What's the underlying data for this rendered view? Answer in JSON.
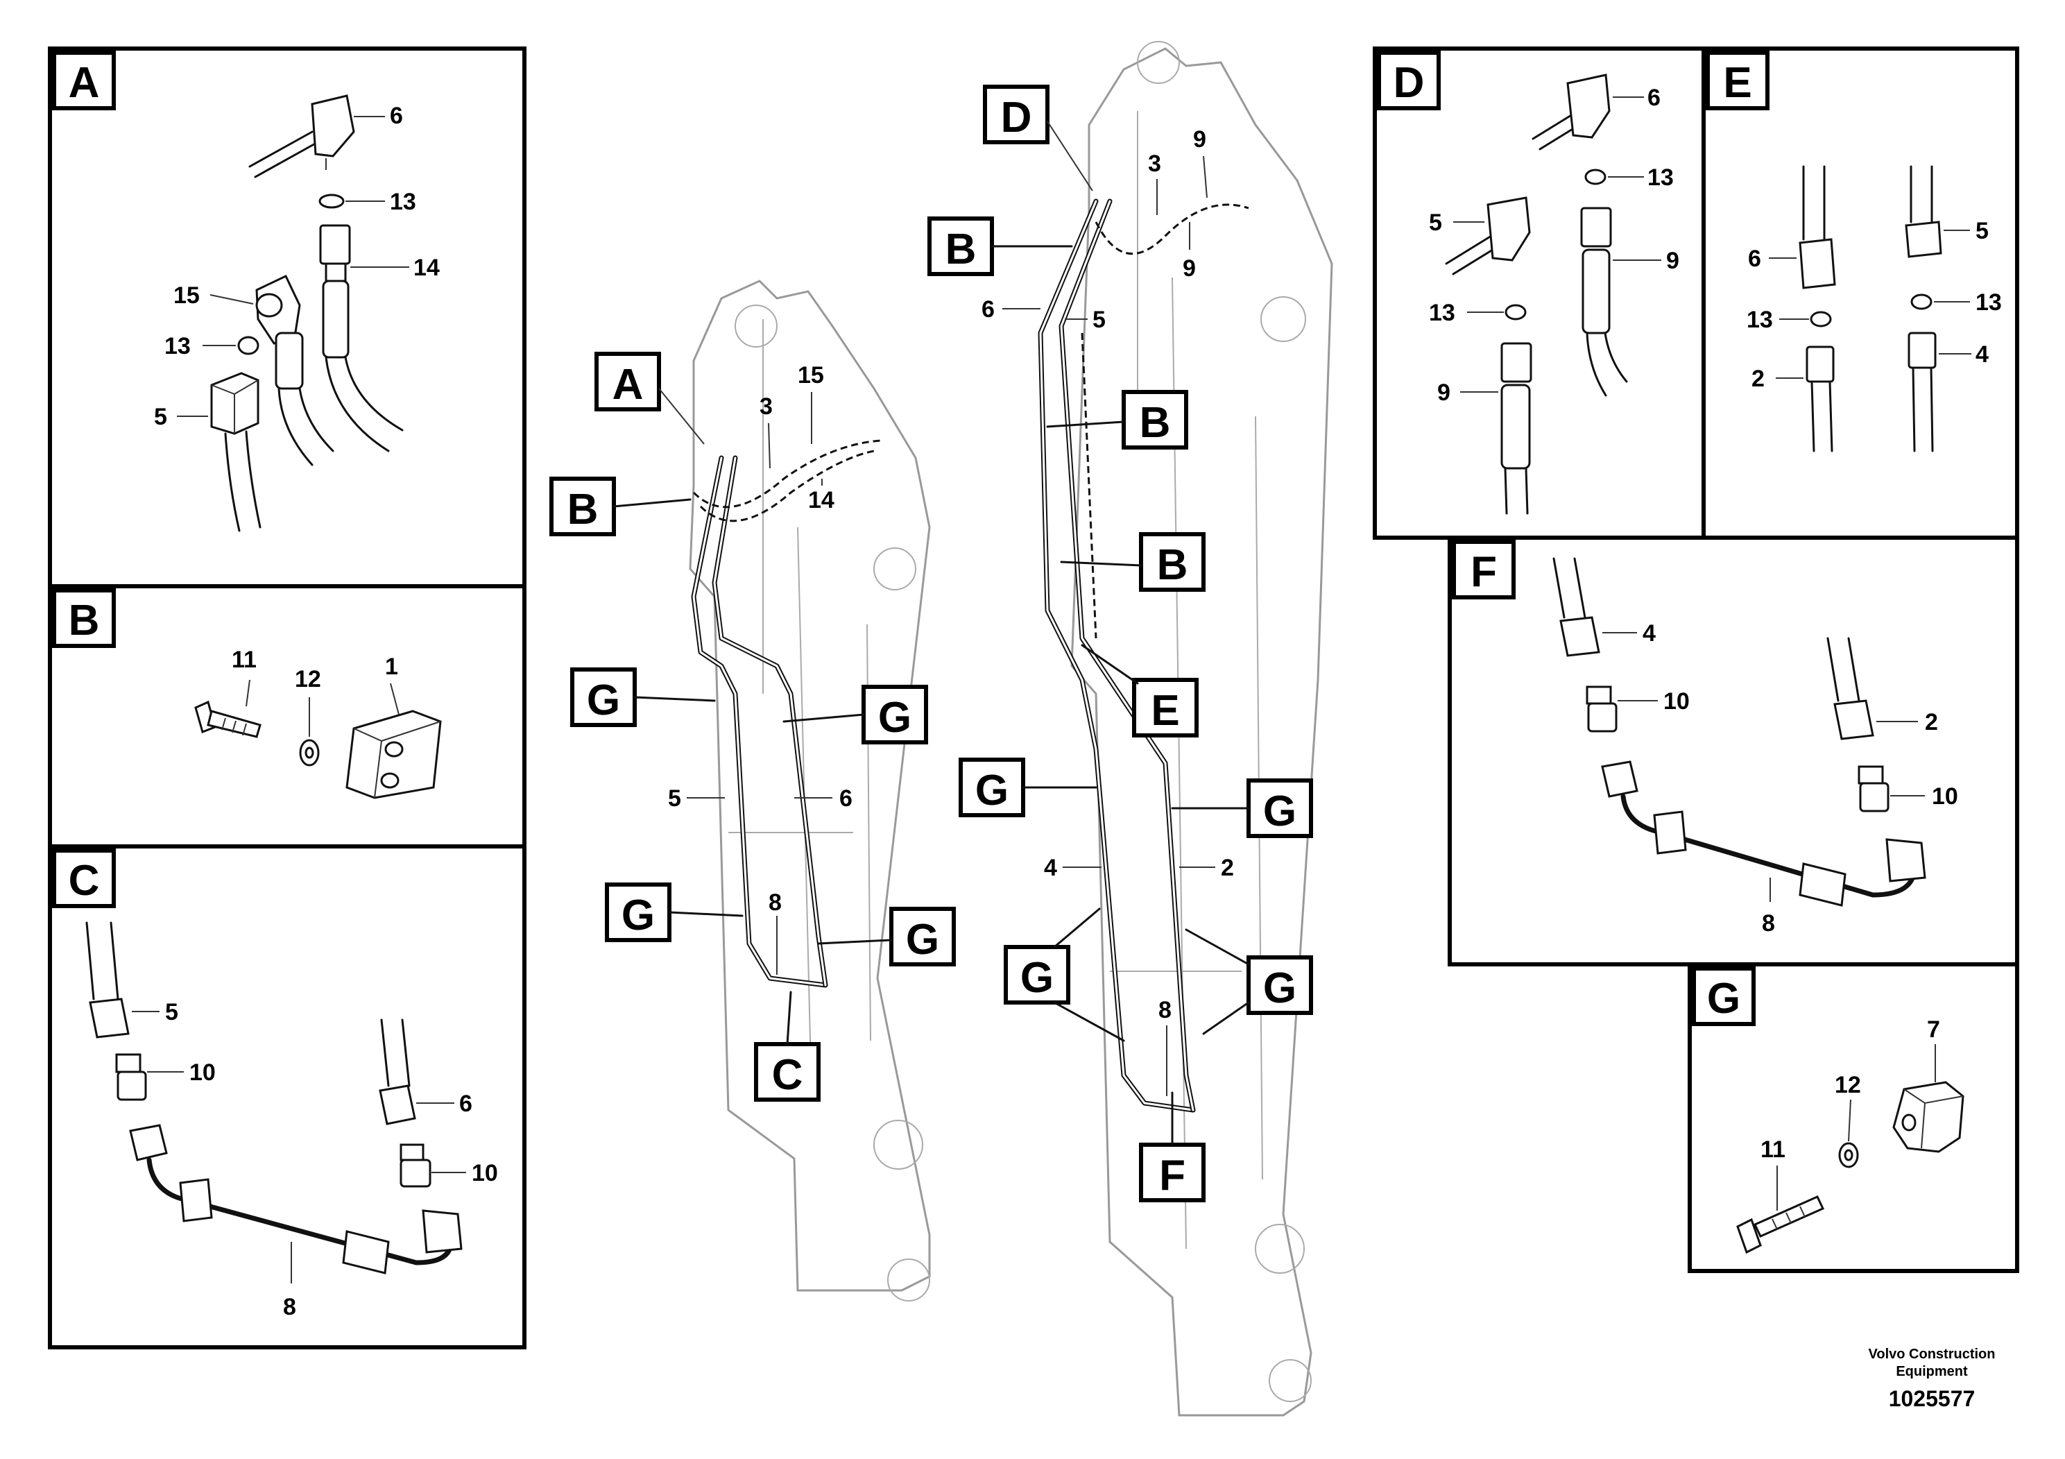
{
  "panels": {
    "A": {
      "letter": "A",
      "callouts": [
        "6",
        "13",
        "14",
        "15",
        "13",
        "5"
      ]
    },
    "B": {
      "letter": "B",
      "callouts": [
        "11",
        "12",
        "1"
      ]
    },
    "C": {
      "letter": "C",
      "callouts": [
        "5",
        "10",
        "6",
        "10",
        "8"
      ]
    },
    "D": {
      "letter": "D",
      "callouts": [
        "6",
        "13",
        "5",
        "9",
        "13",
        "9"
      ]
    },
    "E": {
      "letter": "E",
      "callouts": [
        "5",
        "6",
        "13",
        "13",
        "2",
        "4"
      ]
    },
    "F": {
      "letter": "F",
      "callouts": [
        "4",
        "10",
        "2",
        "10",
        "8"
      ]
    },
    "G": {
      "letter": "G",
      "callouts": [
        "7",
        "12",
        "11"
      ]
    }
  },
  "boom1": {
    "markers": [
      "A",
      "B",
      "G",
      "G",
      "G",
      "G",
      "C"
    ],
    "callouts": [
      "3",
      "15",
      "14",
      "5",
      "6",
      "8"
    ]
  },
  "boom2": {
    "markers": [
      "D",
      "B",
      "B",
      "B",
      "E",
      "G",
      "G",
      "G",
      "G",
      "F"
    ],
    "callouts": [
      "3",
      "9",
      "9",
      "6",
      "5",
      "4",
      "2",
      "8"
    ]
  },
  "footer": {
    "brand_line1": "Volvo Construction",
    "brand_line2": "Equipment",
    "doc_number": "1025577"
  }
}
